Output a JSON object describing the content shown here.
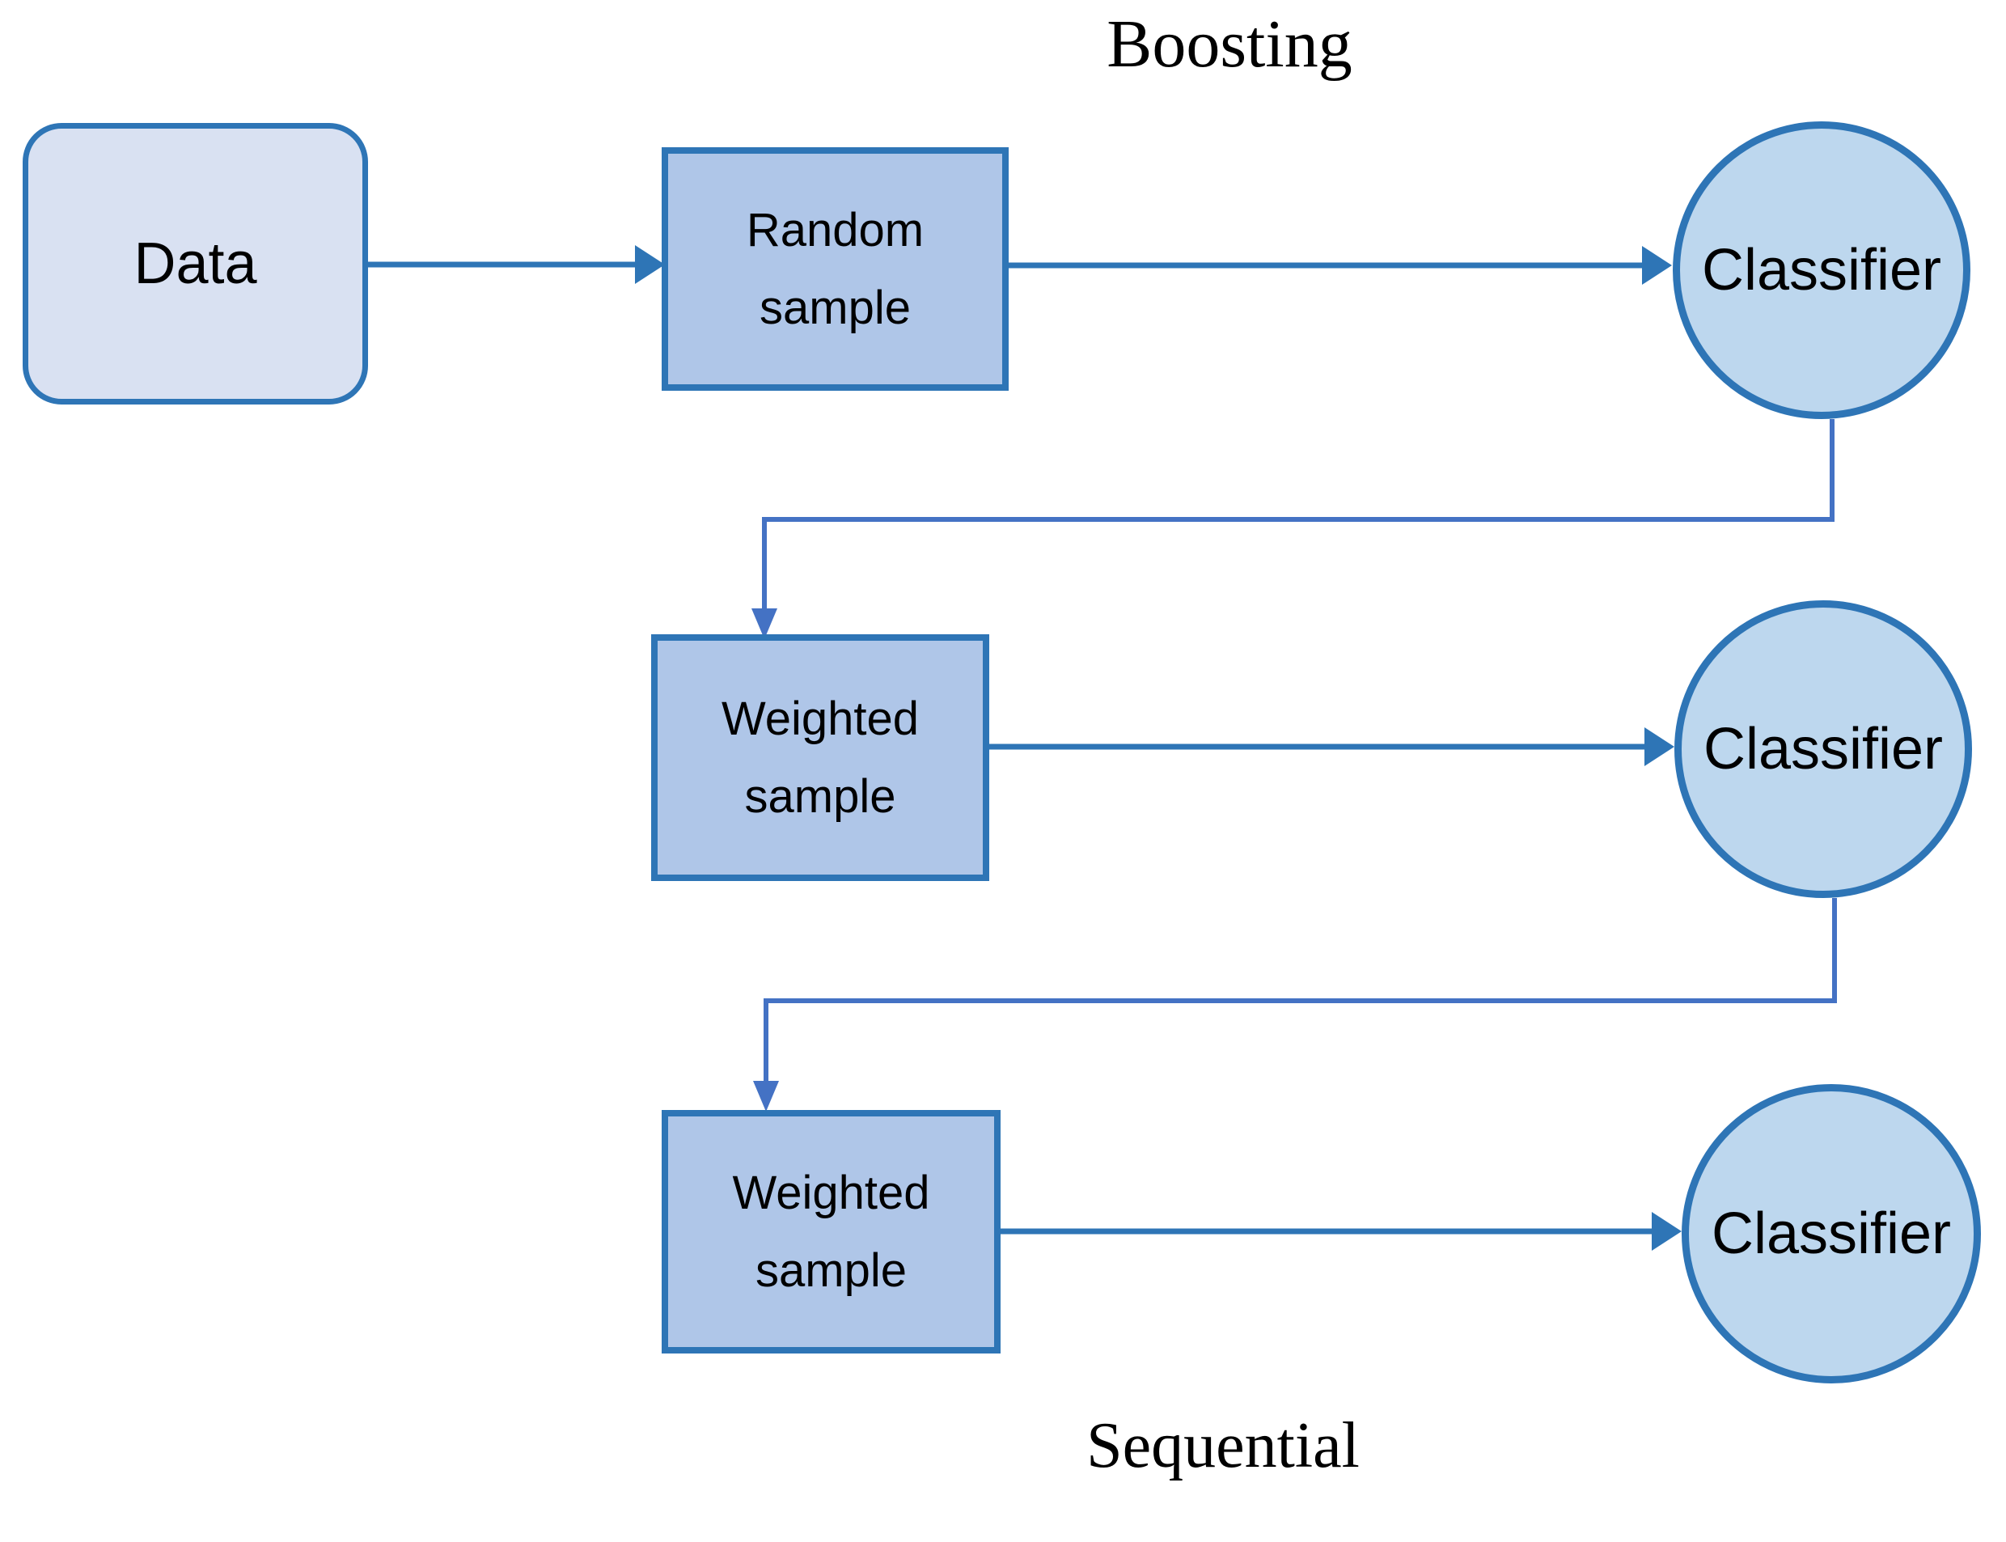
{
  "colors": {
    "border": "#2E75B6",
    "arrow": "#2E75B6",
    "connector": "#4472C4",
    "data_fill": "#D9E1F2",
    "sample_fill": "#AFC6E8",
    "classifier_fill": "#BDD7EE",
    "text": "#000000",
    "background": "#FFFFFF"
  },
  "diagram": {
    "title": "Boosting",
    "footer": "Sequential",
    "nodes": {
      "data": {
        "label": "Data",
        "shape": "rounded-rectangle"
      },
      "random_sample": {
        "label": "Random sample",
        "shape": "rectangle"
      },
      "classifier_1": {
        "label": "Classifier",
        "shape": "circle"
      },
      "weighted_sample_1": {
        "label": "Weighted sample",
        "shape": "rectangle"
      },
      "classifier_2": {
        "label": "Classifier",
        "shape": "circle"
      },
      "weighted_sample_2": {
        "label": "Weighted sample",
        "shape": "rectangle"
      },
      "classifier_3": {
        "label": "Classifier",
        "shape": "circle"
      }
    },
    "edges": [
      {
        "from": "data",
        "to": "random_sample",
        "type": "straight-arrow"
      },
      {
        "from": "random_sample",
        "to": "classifier_1",
        "type": "straight-arrow"
      },
      {
        "from": "classifier_1",
        "to": "weighted_sample_1",
        "type": "elbow-arrow"
      },
      {
        "from": "weighted_sample_1",
        "to": "classifier_2",
        "type": "straight-arrow"
      },
      {
        "from": "classifier_2",
        "to": "weighted_sample_2",
        "type": "elbow-arrow"
      },
      {
        "from": "weighted_sample_2",
        "to": "classifier_3",
        "type": "straight-arrow"
      }
    ]
  }
}
